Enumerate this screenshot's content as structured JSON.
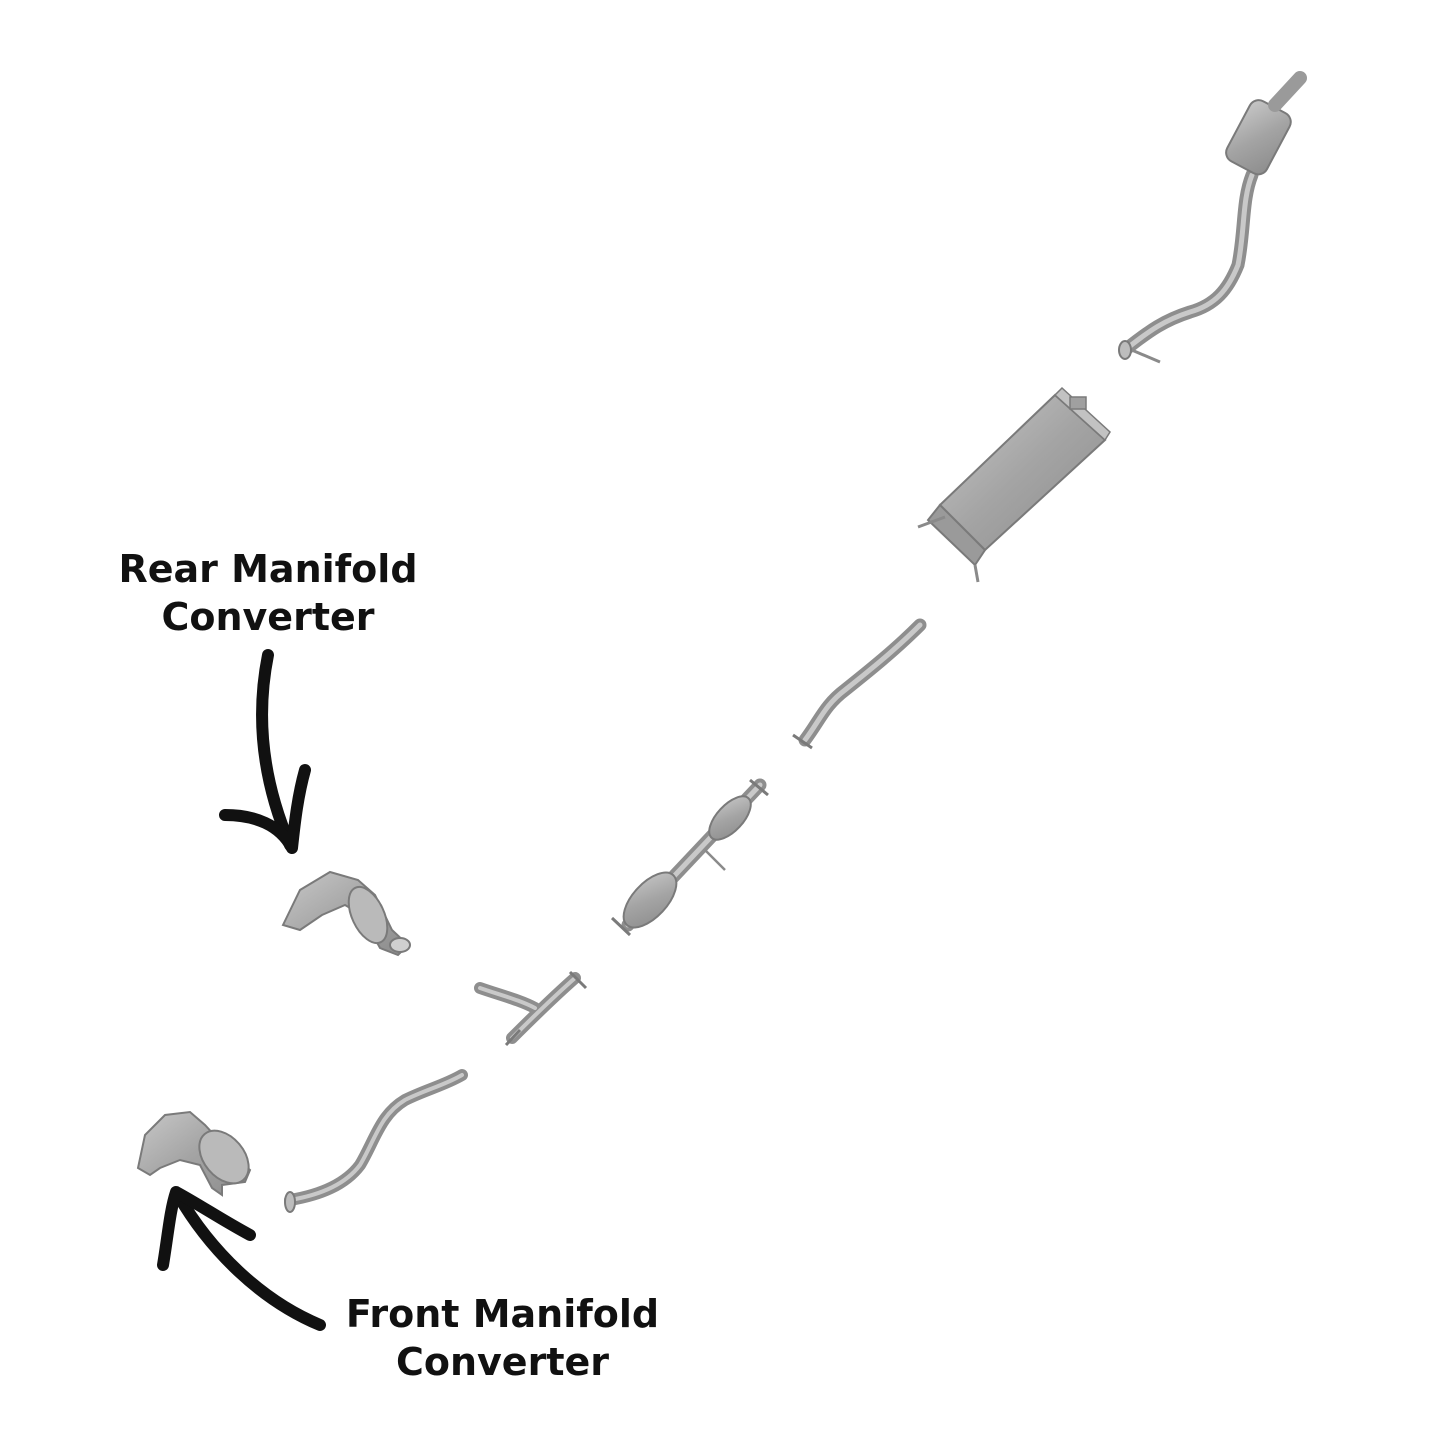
{
  "labels": {
    "rear_line1": "Rear Manifold",
    "rear_line2": "Converter",
    "front_line1": "Front Manifold",
    "front_line2": "Converter"
  },
  "colors": {
    "background": "#ffffff",
    "part_fill": "#a9a9a9",
    "part_stroke": "#7a7a7a",
    "part_highlight": "#cfcfcf",
    "arrow": "#111111",
    "text": "#111111"
  },
  "parts": [
    {
      "name": "rear-manifold-converter"
    },
    {
      "name": "front-manifold-converter"
    },
    {
      "name": "front-pipe"
    },
    {
      "name": "y-pipe"
    },
    {
      "name": "catalytic-converter-pipe"
    },
    {
      "name": "intermediate-pipe"
    },
    {
      "name": "muffler"
    },
    {
      "name": "tailpipe-resonator"
    }
  ]
}
